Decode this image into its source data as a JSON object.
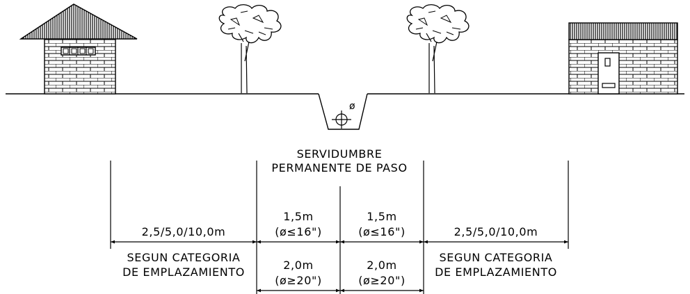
{
  "title_line1": "SERVIDUMBRE",
  "title_line2": "PERMANENTE DE PASO",
  "pipe_symbol": "ø",
  "left_zone": {
    "width": "2,5/5,0/10,0m",
    "category_line1": "SEGUN  CATEGORIA",
    "category_line2": "DE  EMPLAZAMIENTO"
  },
  "right_zone": {
    "width": "2,5/5,0/10,0m",
    "category_line1": "SEGUN  CATEGORIA",
    "category_line2": "DE  EMPLAZAMIENTO"
  },
  "inner_left": {
    "width_small": "1,5m",
    "diam_small": "(ø≤16\")",
    "width_large": "2,0m",
    "diam_large": "(ø≥20\")"
  },
  "inner_right": {
    "width_small": "1,5m",
    "diam_small": "(ø≤16\")",
    "width_large": "2,0m",
    "diam_large": "(ø≥20\")"
  },
  "colors": {
    "line": "#000000",
    "background": "#ffffff"
  }
}
